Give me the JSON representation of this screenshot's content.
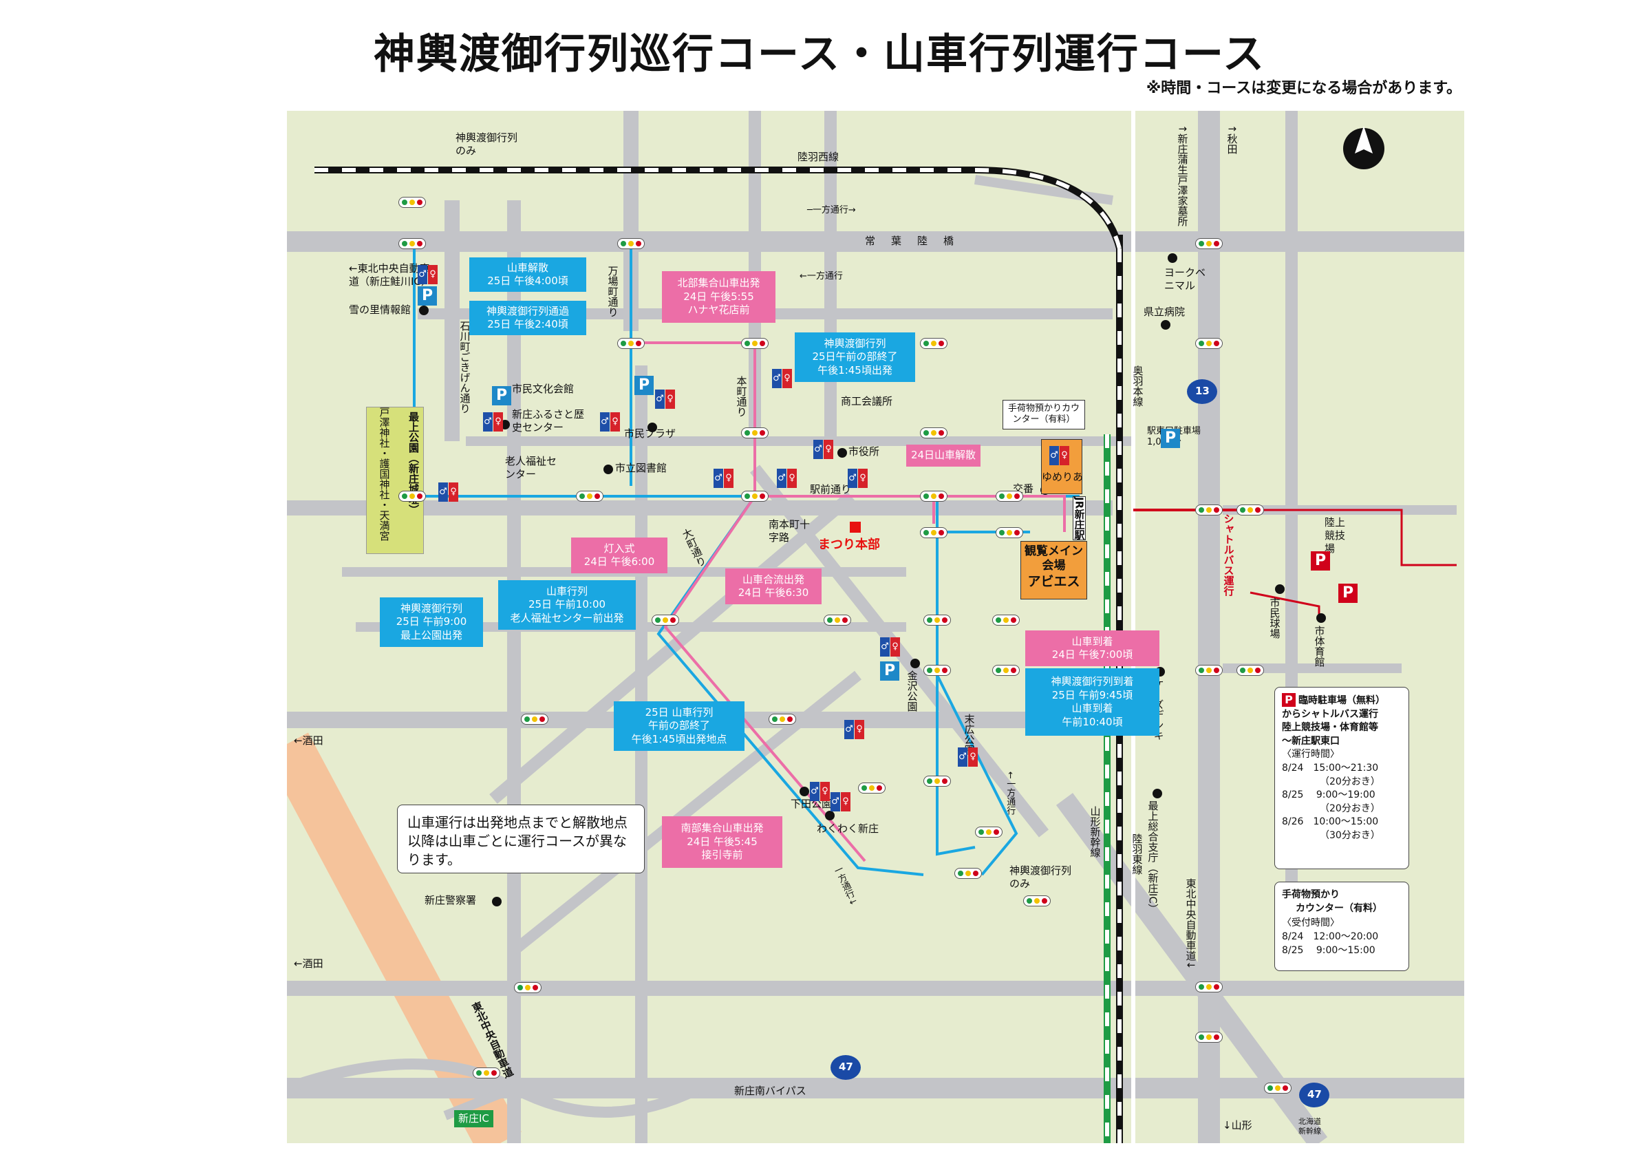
{
  "title": "神輿渡御行列巡行コース・山車行列運行コース",
  "note": "※時間・コースは変更になる場合があります。",
  "streets": {
    "rikuu_west": "陸羽西線",
    "tokiwa": "常　葉　陸　橋",
    "oneway": "←一方通行",
    "oneway_r": "─一方通行→",
    "oneway_v": "←一方通行",
    "oneway_v2": "一方通行↓",
    "ishikawa": "石川町ごきげん通り",
    "manba": "万場町通り",
    "honmachi": "本町通り",
    "ekimae": "駅前通り",
    "omachi": "大町通り",
    "ou": "奥羽本線",
    "yamagata_shinkansen": "山形新幹線",
    "rikuu_east": "陸羽東線",
    "tohoku_chuo": "東北中央自動車道↓",
    "bypass": "新庄南バイパス",
    "tohoku_chuo_diag": "東北中央自動車道",
    "sakata1": "←酒田",
    "sakata2": "←酒田",
    "akita": "↑秋田",
    "shinjo_kamado": "↑新庄蒲生戸澤家墓所",
    "yamagata": "↓山形",
    "hokkaido": "北海道新幹線",
    "tohoku_ic": "←東北中央自動車道（新庄鮭川IC）",
    "shinjo_ic": "新庄IC",
    "r13": "13",
    "r47a": "47",
    "r47b": "47",
    "jr_station": "JR新庄駅",
    "minami_honmachi": "南本町十字路",
    "only_mikoshi_n": "神輿渡御行列のみ",
    "only_mikoshi_s": "神輿渡御行列のみ"
  },
  "places": {
    "yuki": "雪の里情報館",
    "bunka": "市民文化会館",
    "furusato": "新庄ふるさと歴史センター",
    "plaza": "市民プラザ",
    "rojin": "老人福祉センター",
    "library": "市立図書館",
    "shoko": "商工会議所",
    "shiyakusho": "市役所",
    "koban": "交番",
    "yomeria": "ゆめりあ",
    "park": "最上公園（新庄城址）",
    "shrines": "戸澤神社・護国神社・天満宮",
    "yorku": "ヨークベニマル",
    "hospital": "県立病院",
    "parking_east": "駅東口駐車場1,000台",
    "rikujo": "陸上競技場",
    "shimin_kyujo": "市民球場",
    "taiikukan": "市体育館",
    "kanazawa": "金沢公園",
    "suehiro": "末広公園",
    "shimoda": "下田公園",
    "wakuwaku": "わくわく新庄",
    "police": "新庄警察署",
    "kdenki": "ケーズデンキ",
    "mogami_office": "最上総合支庁（新庄IC）",
    "honbu": "まつり本部",
    "kanran1": "観覧メイン",
    "kanran2": "会場",
    "kanran3": "アビエス",
    "nimotsu": "手荷物預かりカウンター（有料）",
    "shuttle": "シャトルバス運行"
  },
  "bubbles": {
    "b1": [
      "山車解散",
      "25日 午後4:00頃"
    ],
    "b2": [
      "神輿渡御行列通過",
      "25日 午後2:40頃"
    ],
    "b3": [
      "北部集合山車出発",
      "24日 午後5:55",
      "ハナヤ花店前"
    ],
    "b4": [
      "神輿渡御行列",
      "25日午前の部終了",
      "午後1:45頃出発"
    ],
    "b5": [
      "24日山車解散"
    ],
    "b6": [
      "灯入式",
      "24日 午後6:00"
    ],
    "b7": [
      "山車合流出発",
      "24日 午後6:30"
    ],
    "b8": [
      "山車行列",
      "25日 午前10:00",
      "老人福祉センター前出発"
    ],
    "b9": [
      "神輿渡御行列",
      "25日 午前9:00",
      "最上公園出発"
    ],
    "b10": [
      "25日 山車行列",
      "午前の部終了",
      "午後1:45頃出発地点"
    ],
    "b11": [
      "南部集合山車出発",
      "24日 午後5:45",
      "接引寺前"
    ],
    "b12": [
      "山車到着",
      "24日 午後7:00頃"
    ],
    "b13": [
      "神輿渡御行列到着",
      "25日 午前9:45頃",
      "山車到着",
      "午前10:40頃"
    ]
  },
  "info": {
    "text": "山車運行は出発地点までと解散地点以降は山車ごとに運行コースが異なります。"
  },
  "shuttle_box": {
    "p": "P",
    "lines": [
      "臨時駐車場（無料）",
      "からシャトルバス運行",
      "陸上競技場・体育館等",
      "～新庄駅東口",
      "〈運行時間〉",
      "8/24　15:00～21:30",
      "（20分おき）",
      "8/25　 9:00～19:00",
      "（20分おき）",
      "8/26　10:00～15:00",
      "（30分おき）"
    ]
  },
  "baggage_box": {
    "lines": [
      "手荷物預かり",
      "カウンター（有料）",
      "〈受付時間〉",
      "8/24　12:00～20:00",
      "8/25　 9:00～15:00"
    ]
  },
  "colors": {
    "map_bg": "#e6eccf",
    "road": "#bfbfc4",
    "blue_route": "#1aa7e1",
    "pink_route": "#ec6ea7",
    "shuttle": "#d0021b",
    "expressway": "#f5c39b"
  },
  "icons": {
    "parking": "P",
    "compass": "N"
  }
}
